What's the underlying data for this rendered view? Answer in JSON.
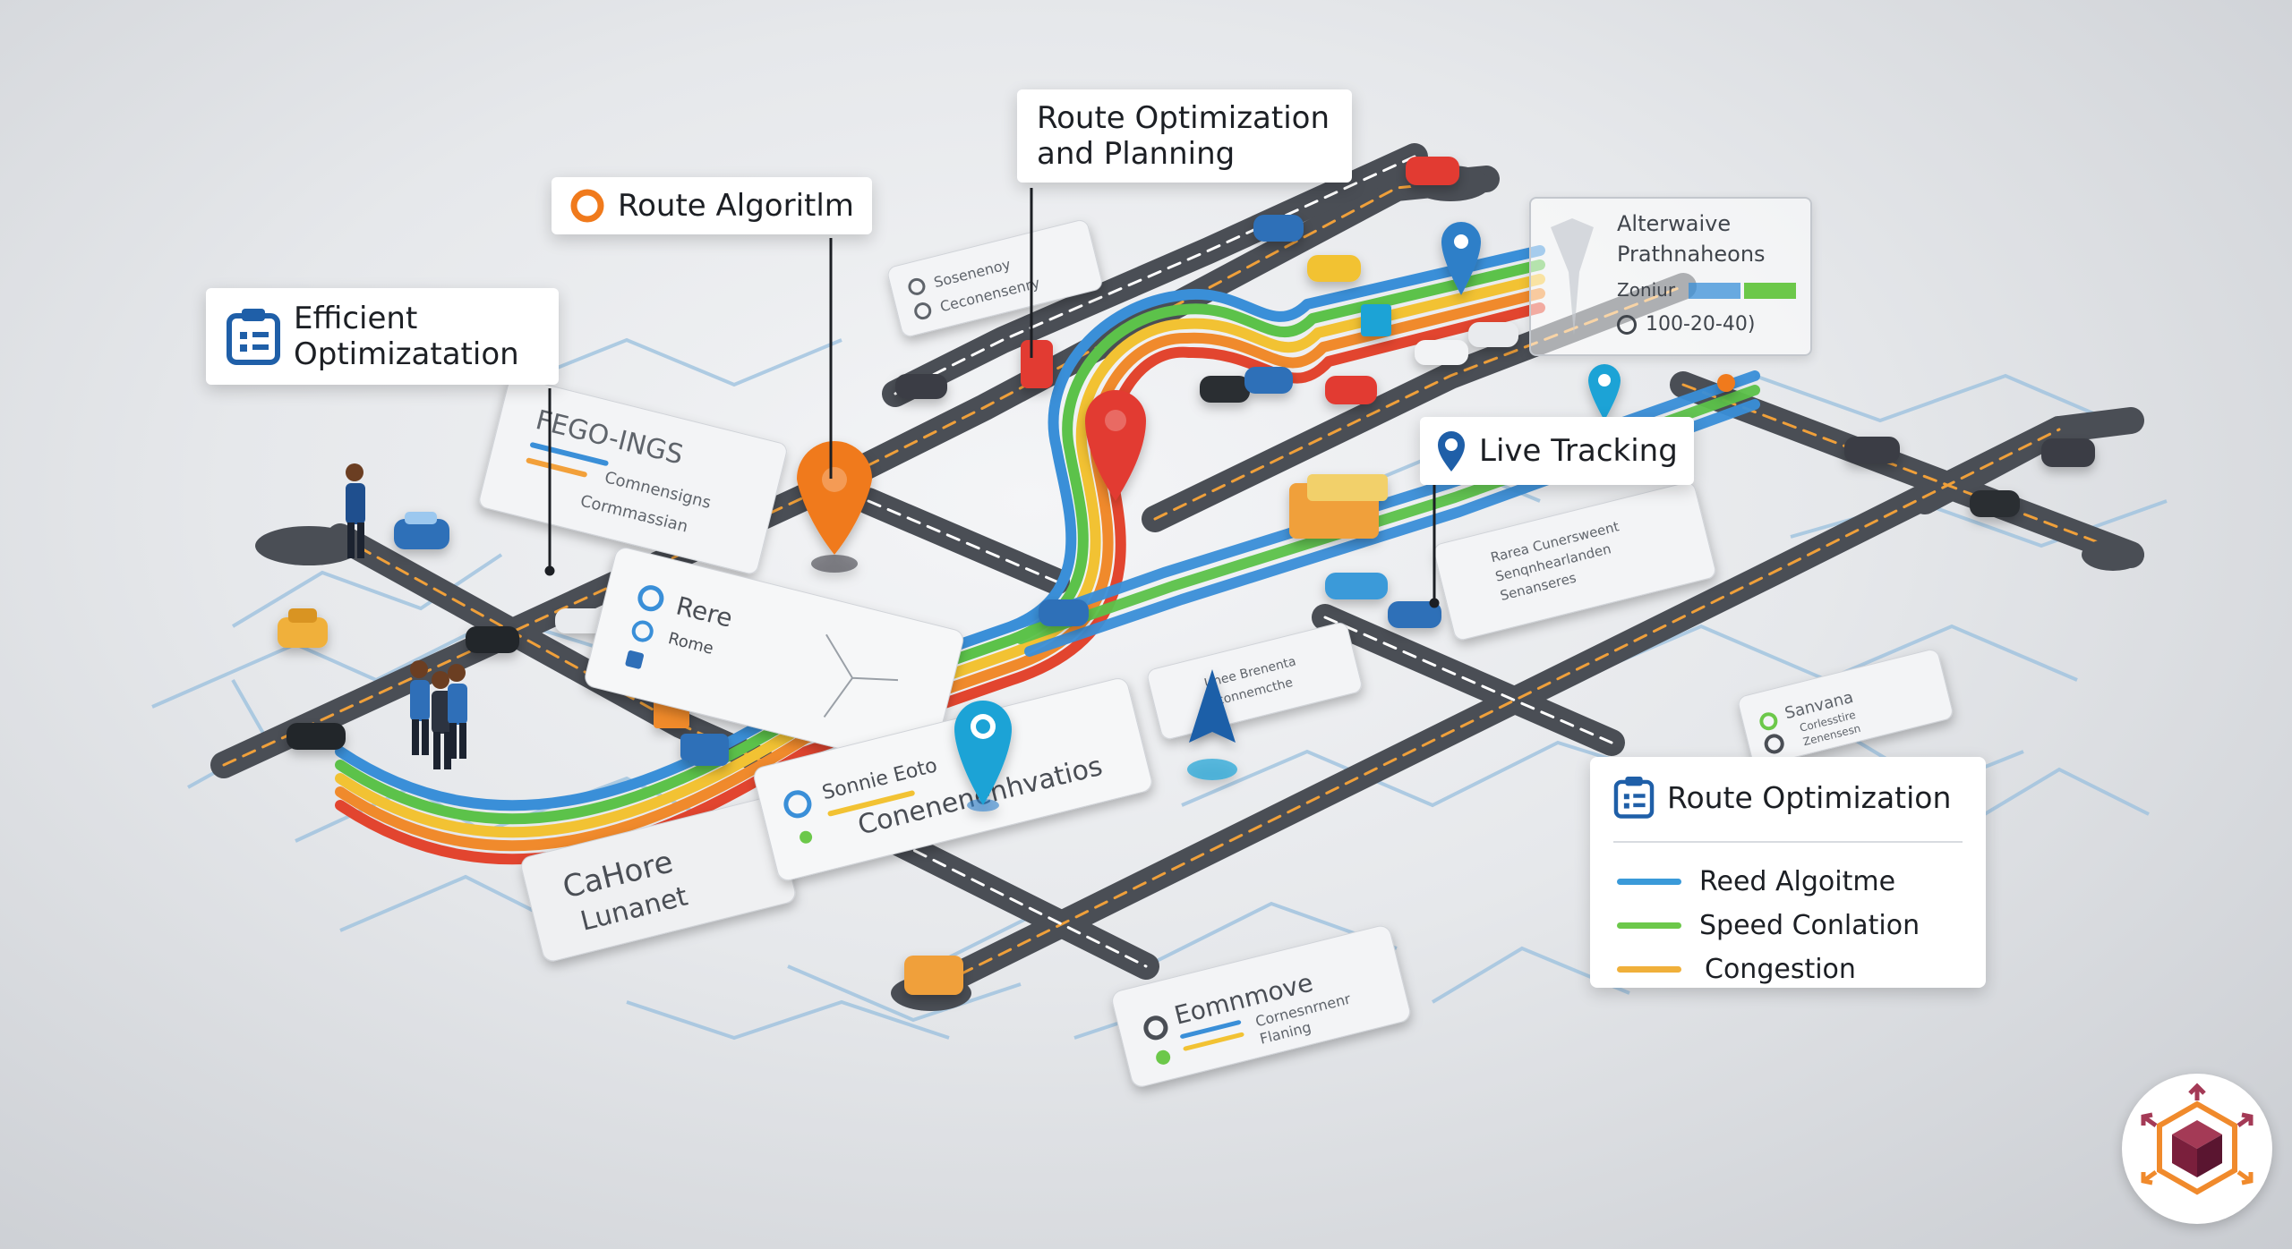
{
  "labels": {
    "route_planning": "Route Optimization\nand Planning",
    "route_algorithm": "Route Algoritlm",
    "efficient": "Efficient\nOptimizatation",
    "live_tracking": "Live Tracking"
  },
  "legend": {
    "title": "Route Optimization",
    "items": [
      {
        "label": "Reed Algoitme",
        "color": "#3a9ad9"
      },
      {
        "label": "Speed Conlation",
        "color": "#6cc84a"
      },
      {
        "label": "Congestion",
        "color": "#f0b03a"
      }
    ]
  },
  "alternative_panel": {
    "line1": "Alterwaive",
    "line2": "Prathnaheons",
    "line3": "Zoniur",
    "line4": "100-20-40)"
  },
  "map_cards": {
    "card_top": [
      "Sosenenoy",
      "Ceconensenry"
    ],
    "card_recent": [
      "FEGO-INGS",
      "Comnensigns",
      "Cormmassian"
    ],
    "card_route": [
      "Rere",
      "Rome"
    ],
    "card_bottom_left": [
      "CaHore",
      "Lunanet"
    ],
    "card_bottom_center": [
      "Sonnie Eoto",
      "Conenenenhvatios"
    ],
    "card_mid": [
      "Unee Brenenta",
      "Econnemcthe"
    ],
    "card_right": [
      "Rarea Cunersweent",
      "Senqnhearlanden",
      "Senanseres"
    ],
    "card_far_right": [
      "Sanvana",
      "Corlesstire",
      "Zenensesn"
    ],
    "card_bottom_right": [
      "Eomnmove",
      "Cornesnrnenr",
      "Flaning"
    ]
  },
  "colors": {
    "route_blue": "#3a8fd8",
    "route_green": "#5cc24a",
    "route_yellow": "#f2c233",
    "route_orange": "#f08a2c",
    "route_red": "#e2452f",
    "pin_orange": "#f07a1c",
    "pin_red": "#e23a30",
    "pin_blue": "#2f7fc8",
    "icon_blue": "#1f5fa8",
    "road": "#4a4e55",
    "road_dash": "#f0a03a"
  },
  "icons": {
    "efficient": "clipboard-list-icon",
    "route_algorithm": "ring-icon",
    "live_tracking": "location-pin-icon",
    "legend": "clipboard-list-icon"
  }
}
